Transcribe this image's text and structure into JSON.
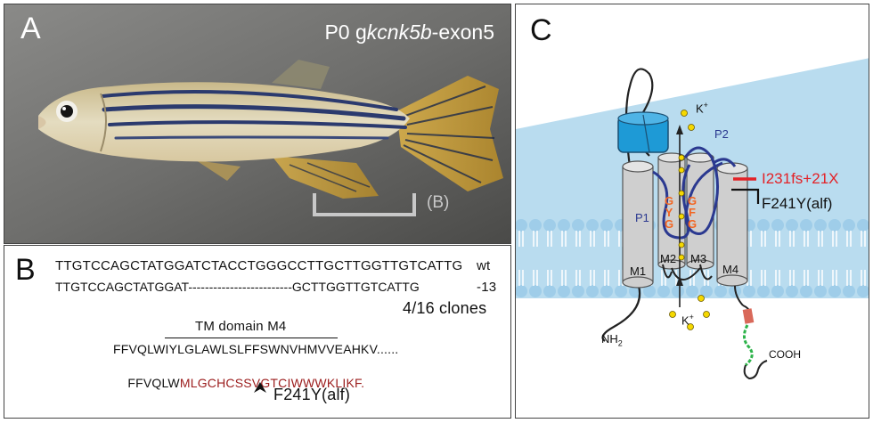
{
  "panel_a": {
    "label": "A",
    "title_prefix": "P0 g",
    "title_gene": "kcnk5b",
    "title_suffix": "-exon5",
    "scale_label": "(B)"
  },
  "panel_b": {
    "label": "B",
    "seq_wt": "TTGTCCAGCTATGGATCTACCTGGGCCTTGCTTGGTTGTCATTG",
    "seq_wt_tag": "wt",
    "seq_mut": "TTGTCCAGCTATGGAT-------------------------GCTTGGTTGTCATTG",
    "seq_mut_tag": "-13",
    "clones": "4/16 clones",
    "tm_domain": "TM domain M4",
    "prot_wt": "FFVQLWIYLGLAWLSLFFSWNVHMVVEAHKV......",
    "prot_mut_prefix": "FFVQLW",
    "prot_mut_suffix": "MLGCHCSSVGTCIWWWKLIKF.",
    "mutation": "F241Y(alf)"
  },
  "panel_c": {
    "label": "C",
    "k_top": "K",
    "k_top_sup": "+",
    "k_bottom": "K",
    "k_bottom_sup": "+",
    "p1": "P1",
    "p2": "P2",
    "m1": "M1",
    "m2": "M2",
    "m3": "M3",
    "m4": "M4",
    "nh2": "NH",
    "nh2_sub": "2",
    "cooh": "COOH",
    "filter_left": [
      "G",
      "Y",
      "G"
    ],
    "filter_right": [
      "G",
      "F",
      "G"
    ],
    "mutation_red": "I231fs+21X",
    "mutation_black": "F241Y(alf)",
    "colors": {
      "membrane": "#b9dcef",
      "head": "#9fcde9",
      "helix": "#cfcfcf",
      "loop": "#2b3990",
      "cap": "#1e9ad6",
      "filter": "#f26522",
      "ion": "#f5d800",
      "red_mark": "#e32227",
      "green": "#2db34a",
      "salmon": "#d9695a"
    }
  }
}
